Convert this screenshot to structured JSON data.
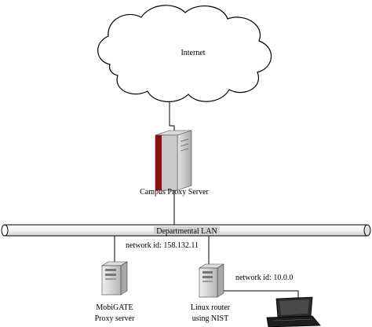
{
  "diagram": {
    "nodes": {
      "internet": {
        "label": "Internet"
      },
      "campus_proxy": {
        "label": "Campus Proxy Server"
      },
      "lan": {
        "label": "Departmental LAN"
      },
      "mobigate": {
        "label_line1": "MobiGATE",
        "label_line2": "Proxy server"
      },
      "linux_router": {
        "label_line1": "Linux router",
        "label_line2": "using NIST"
      },
      "laptop": {
        "label": ""
      }
    },
    "annotations": {
      "lan_network_id": "network id: 158.132.11",
      "router_network_id": "network id: 10.0.0"
    },
    "colors": {
      "server_red": "#b01818",
      "server_gray": "#c9c9c9",
      "line": "#000000"
    },
    "icons": [
      "cloud-icon",
      "server-tower-icon",
      "network-bus-icon",
      "server-box-icon",
      "laptop-icon"
    ]
  }
}
